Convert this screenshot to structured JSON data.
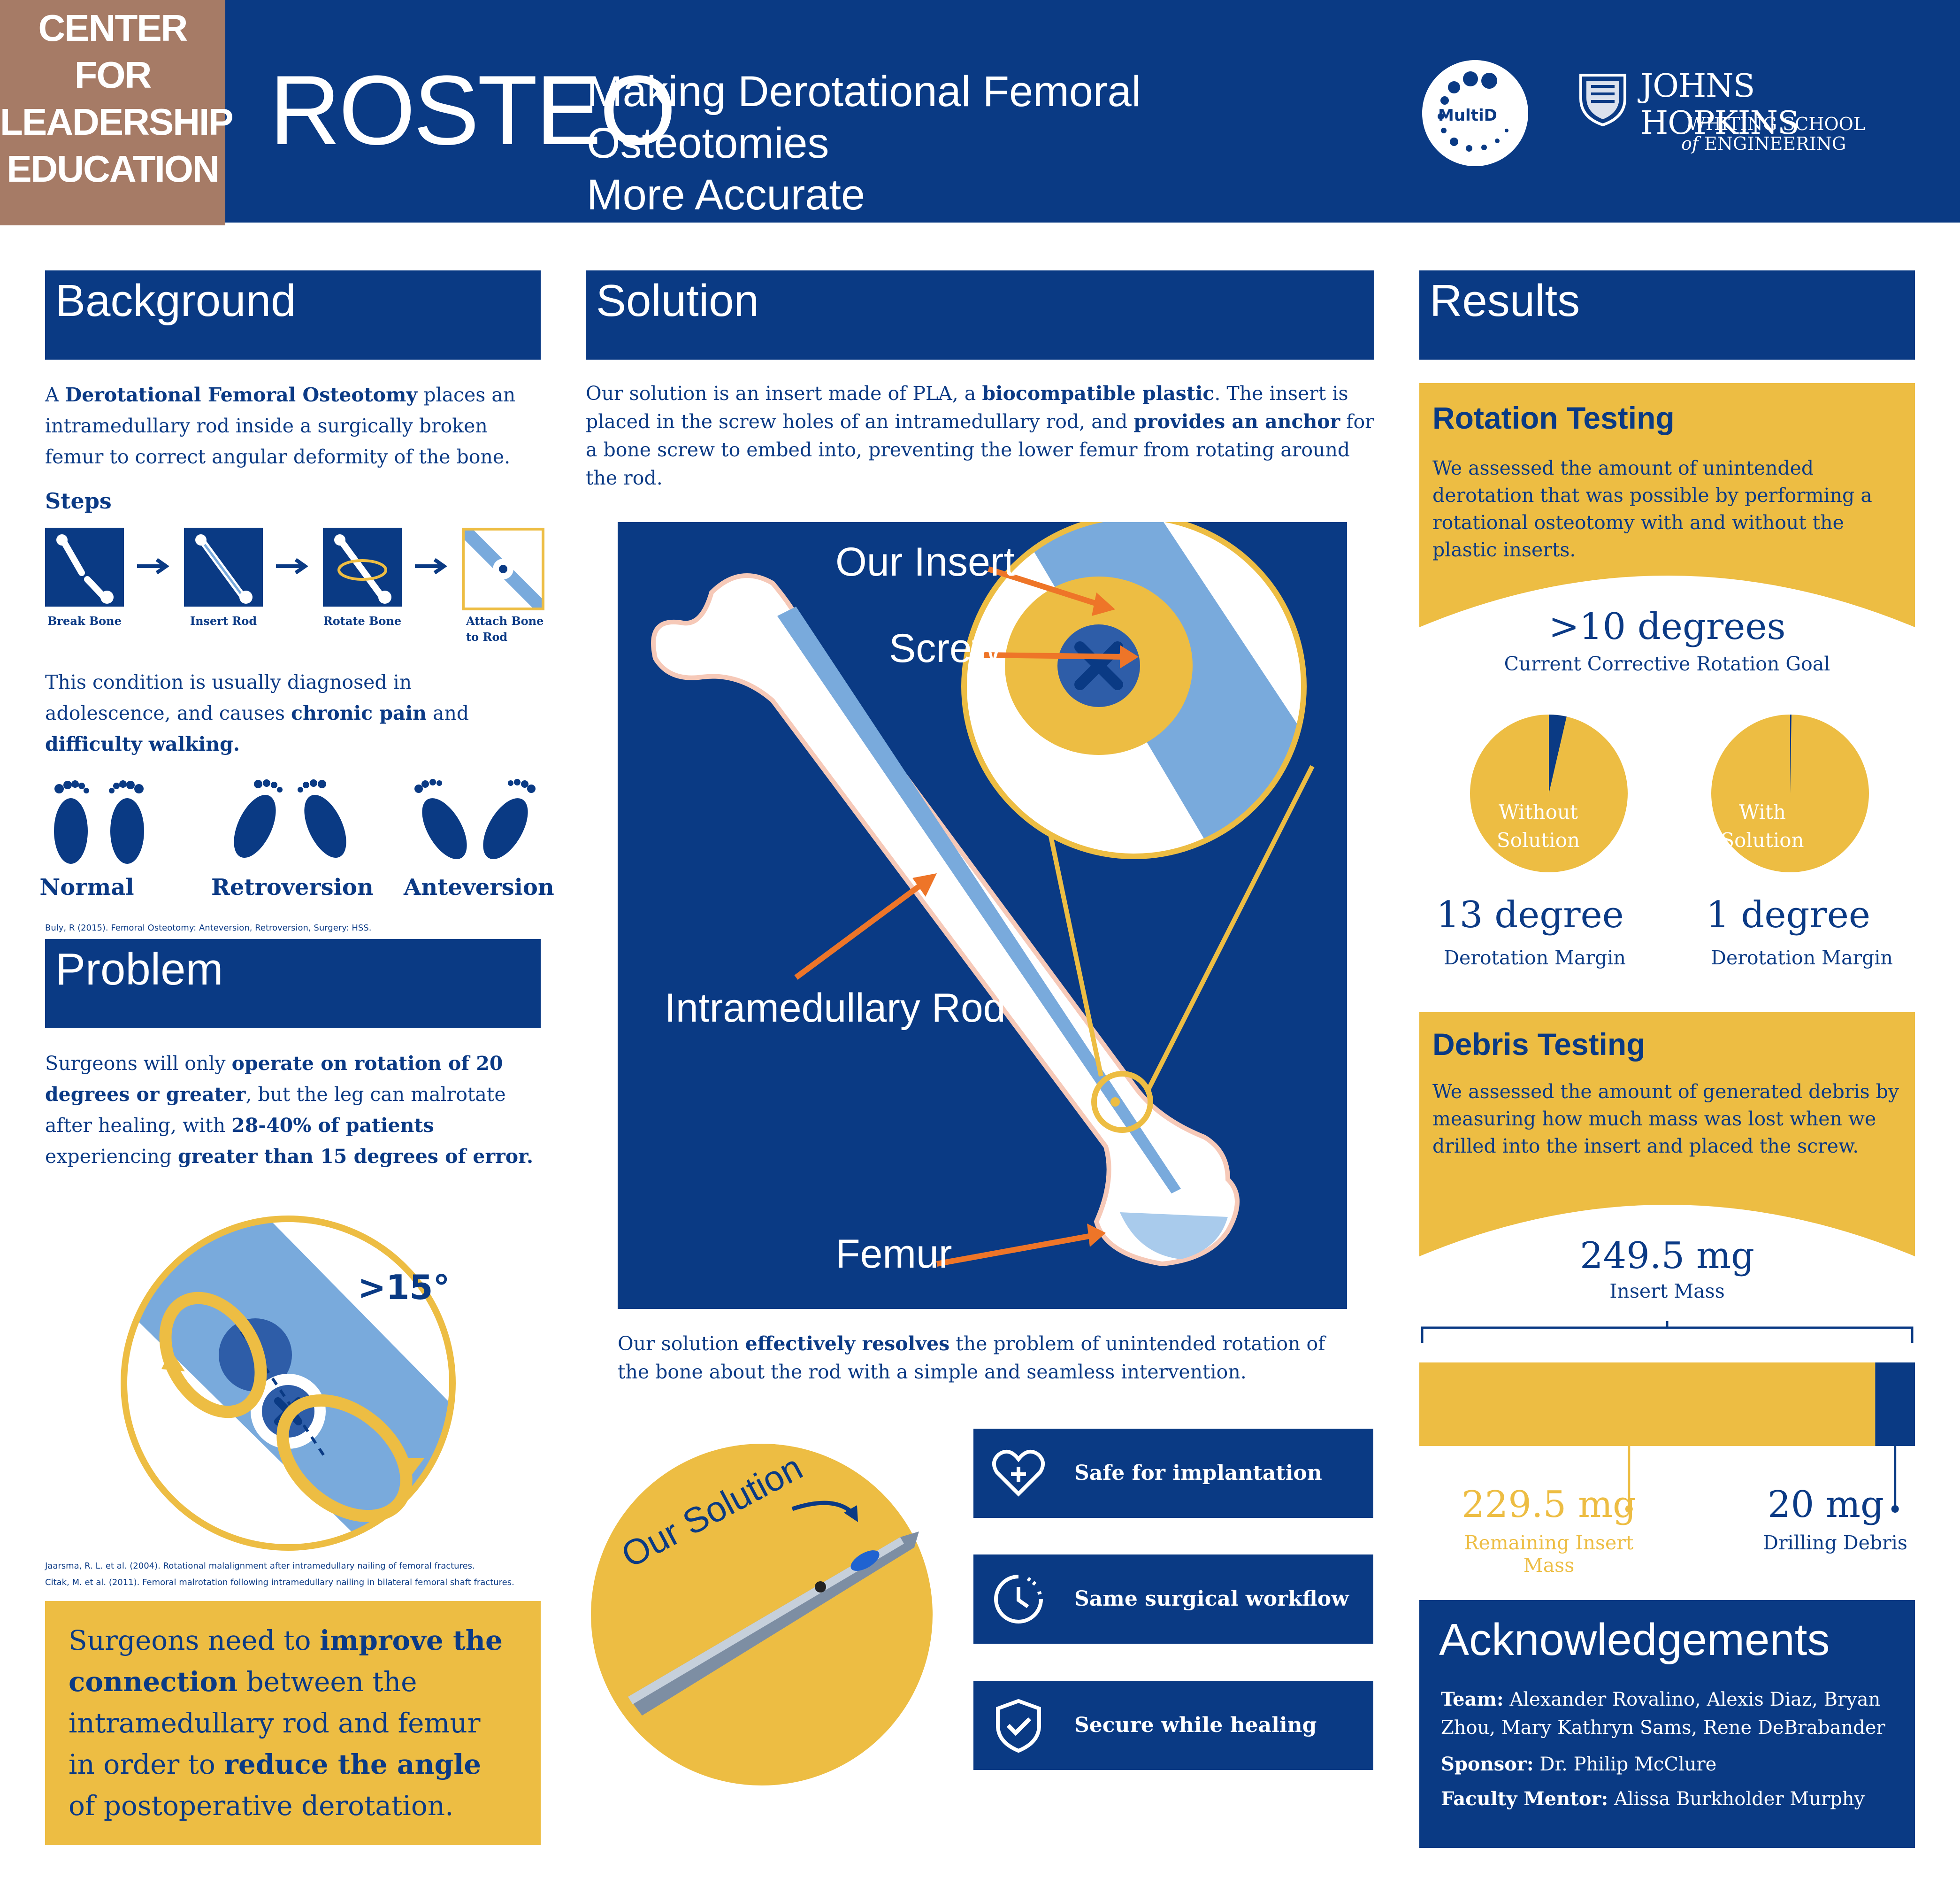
{
  "header": {
    "org": [
      "CENTER FOR",
      "LEADERSHIP",
      "EDUCATION"
    ],
    "title": "ROSTEO",
    "tagline_1": "Making Derotational Femoral Osteotomies",
    "tagline_2": "More Accurate",
    "multid_logo": "MultiD",
    "jhu_1": "JOHNS HOPKINS",
    "jhu_2": "WHITING SCHOOL",
    "jhu_3a": "of",
    "jhu_3b": "ENGINEERING"
  },
  "background": {
    "heading": "Background",
    "intro": {
      "t1": "A ",
      "b1": "Derotational Femoral Osteotomy",
      "t2": " places an intramedullary rod inside a surgically broken femur to correct angular deformity of the bone."
    },
    "steps_heading": "Steps",
    "steps": [
      "Break Bone",
      "Insert Rod",
      "Rotate Bone",
      "Attach Bone to Rod"
    ],
    "condition": {
      "t1": "This condition is usually diagnosed in adolescence, and causes ",
      "b1": "chronic pain",
      "t2": " and ",
      "b2": "difficulty walking."
    },
    "feet": [
      "Normal",
      "Retroversion",
      "Anteversion"
    ],
    "citation": "Buly, R (2015). Femoral Osteotomy: Anteversion, Retroversion, Surgery: HSS."
  },
  "problem": {
    "heading": "Problem",
    "text": {
      "t1": "Surgeons will only ",
      "b1": "operate on rotation of 20 degrees or greater",
      "t2": ", but the leg can malrotate after healing, with ",
      "b2": "28-40% of patients",
      "t3": " experiencing ",
      "b3": "greater than 15 degrees of error."
    },
    "angle_label": ">15°",
    "citations": [
      "Jaarsma, R. L. et al. (2004). Rotational malalignment after intramedullary nailing of femoral fractures.",
      "Citak, M. et al. (2011). Femoral malrotation following intramedullary nailing in bilateral femoral shaft fractures."
    ],
    "callout": {
      "t1": "Surgeons need to ",
      "b1": "improve the connection",
      "t2": " between the intramedullary rod and femur in order to ",
      "b2": "reduce the angle",
      "t3": " of postoperative derotation."
    }
  },
  "solution": {
    "heading": "Solution",
    "intro": {
      "t1": "Our solution is an insert made of PLA, a ",
      "b1": "biocompatible plastic",
      "t2": ". The insert is placed in the screw holes of an intramedullary rod, and ",
      "b2": "provides an anchor",
      "t3": " for a bone screw to embed into, preventing the lower femur from rotating around the rod."
    },
    "labels": {
      "insert": "Our Insert",
      "screw": "Screw",
      "rod": "Intramedullary Rod",
      "femur": "Femur"
    },
    "conclusion": {
      "t1": "Our solution ",
      "b1": "effectively resolves",
      "t2": " the problem of unintended rotation of the bone about the rod with a simple and seamless intervention."
    },
    "our_solution": "Our Solution",
    "features": [
      "Safe for implantation",
      "Same surgical workflow",
      "Secure while healing"
    ]
  },
  "results": {
    "heading": "Results",
    "rotation": {
      "heading": "Rotation Testing",
      "text": "We assessed the amount of unintended derotation that was possible by performing a rotational osteotomy with and without the plastic inserts.",
      "goal_value": ">10 degrees",
      "goal_label": "Current Corrective Rotation Goal",
      "without_label_1": "Without",
      "without_label_2": "Solution",
      "with_label_1": "With",
      "with_label_2": "Solution",
      "without_value": "13 degree",
      "with_value": "1 degree",
      "margin_label": "Derotation Margin"
    },
    "debris": {
      "heading": "Debris Testing",
      "text": "We assessed the amount of generated debris by measuring how much mass was lost when we drilled into the insert and placed the screw.",
      "total_value": "249.5 mg",
      "total_label": "Insert Mass",
      "remaining_value": "229.5 mg",
      "remaining_label": "Remaining Insert Mass",
      "debris_value": "20 mg",
      "debris_label": "Drilling Debris"
    }
  },
  "chart_data": [
    {
      "type": "pie",
      "title": "Without Solution",
      "values": [
        13,
        347
      ],
      "labels": [
        "Derotation Margin",
        ""
      ],
      "colors": [
        "#0a3a84",
        "#edbd43"
      ]
    },
    {
      "type": "pie",
      "title": "With Solution",
      "values": [
        1,
        359
      ],
      "labels": [
        "Derotation Margin",
        ""
      ],
      "colors": [
        "#0a3a84",
        "#edbd43"
      ]
    },
    {
      "type": "bar",
      "title": "Insert Mass",
      "categories": [
        "Remaining Insert Mass",
        "Drilling Debris"
      ],
      "values": [
        229.5,
        20
      ],
      "total": 249.5,
      "stacked": true,
      "colors": [
        "#edbd43",
        "#0a3a84"
      ]
    }
  ],
  "acknowledgements": {
    "heading": "Acknowledgements",
    "team_label": "Team:",
    "team": "Alexander Rovalino, Alexis Diaz, Bryan Zhou, Mary Kathryn Sams, Rene DeBrabander",
    "sponsor_label": "Sponsor:",
    "sponsor": "Dr. Philip McClure",
    "mentor_label": "Faculty Mentor:",
    "mentor": "Alissa Burkholder Murphy"
  },
  "colors": {
    "navy": "#0a3a84",
    "gold": "#edbd43",
    "light_blue": "#79aadc",
    "orange": "#ee7528",
    "brown": "#a67b66"
  }
}
